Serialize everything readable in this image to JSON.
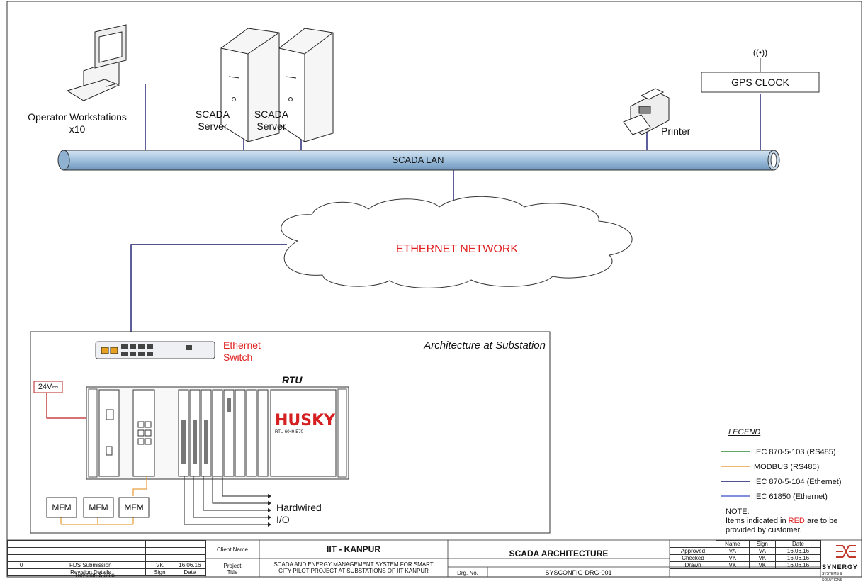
{
  "network": {
    "operator_label_1": "Operator Workstations",
    "operator_label_2": "x10",
    "server1_label_1": "SCADA",
    "server1_label_2": "Server",
    "server2_label_1": "SCADA",
    "server2_label_2": "Server",
    "printer_label": "Printer",
    "gps_label": "GPS CLOCK",
    "lan_label": "SCADA LAN",
    "cloud_label": "ETHERNET NETWORK"
  },
  "substation": {
    "title": "Architecture at Substation",
    "switch_label_1": "Ethernet",
    "switch_label_2": "Switch",
    "rtu_label": "RTU",
    "power_label": "24V⎓",
    "husky_logo": "HUSKY",
    "husky_model": "RTU 6049-E70",
    "mfm": [
      "MFM",
      "MFM",
      "MFM"
    ],
    "hardwired_1": "Hardwired",
    "hardwired_2": "I/O"
  },
  "legend": {
    "title": "LEGEND",
    "items": [
      {
        "label": "IEC 870-5-103 (RS485)",
        "color": "#2e8b3a"
      },
      {
        "label": "MODBUS (RS485)",
        "color": "#e8a040"
      },
      {
        "label": "IEC 870-5-104 (Ethernet)",
        "color": "#1a1a6e"
      },
      {
        "label": "IEC 61850 (Ethernet)",
        "color": "#5a6ad0"
      }
    ],
    "note_title": "NOTE:",
    "note_line1_a": "Items indicated in ",
    "note_line1_red": "RED",
    "note_line1_b": " are to be",
    "note_line2": "provided by customer."
  },
  "title_block": {
    "rev_number": "0",
    "rev_details": "FDS Submission",
    "rev_sign": "VK",
    "rev_date": "16.06.16",
    "hdr_details": "Revision Details",
    "hdr_sign": "Sign",
    "hdr_date": "Date",
    "hdr_status": "Revision Status",
    "client_name_label": "Client Name",
    "client_name": "IIT - KANPUR",
    "project_title_label_1": "Project",
    "project_title_label_2": "Title",
    "project_title_1": "SCADA AND ENERGY MANAGEMENT SYSTEM FOR SMART",
    "project_title_2": "CITY PILOT PROJECT AT SUBSTATIONS OF IIT KANPUR",
    "drawing_title": "SCADA ARCHITECTURE",
    "drg_no_label": "Drg. No.",
    "drg_no": "SYSCONFIG-DRG-001",
    "approval_hdr": [
      "Name",
      "Sign",
      "Date"
    ],
    "approval_rows": [
      {
        "role": "Approved",
        "name": "VA",
        "sign": "VA",
        "date": "16.06.16"
      },
      {
        "role": "Checked",
        "name": "VK",
        "sign": "VK",
        "date": "16.06.16"
      },
      {
        "role": "Drawn",
        "name": "VK",
        "sign": "VK",
        "date": "16.06.16"
      }
    ],
    "company": "SYNERGY",
    "company_sub": "SYSTEMS & SOLUTIONS"
  }
}
